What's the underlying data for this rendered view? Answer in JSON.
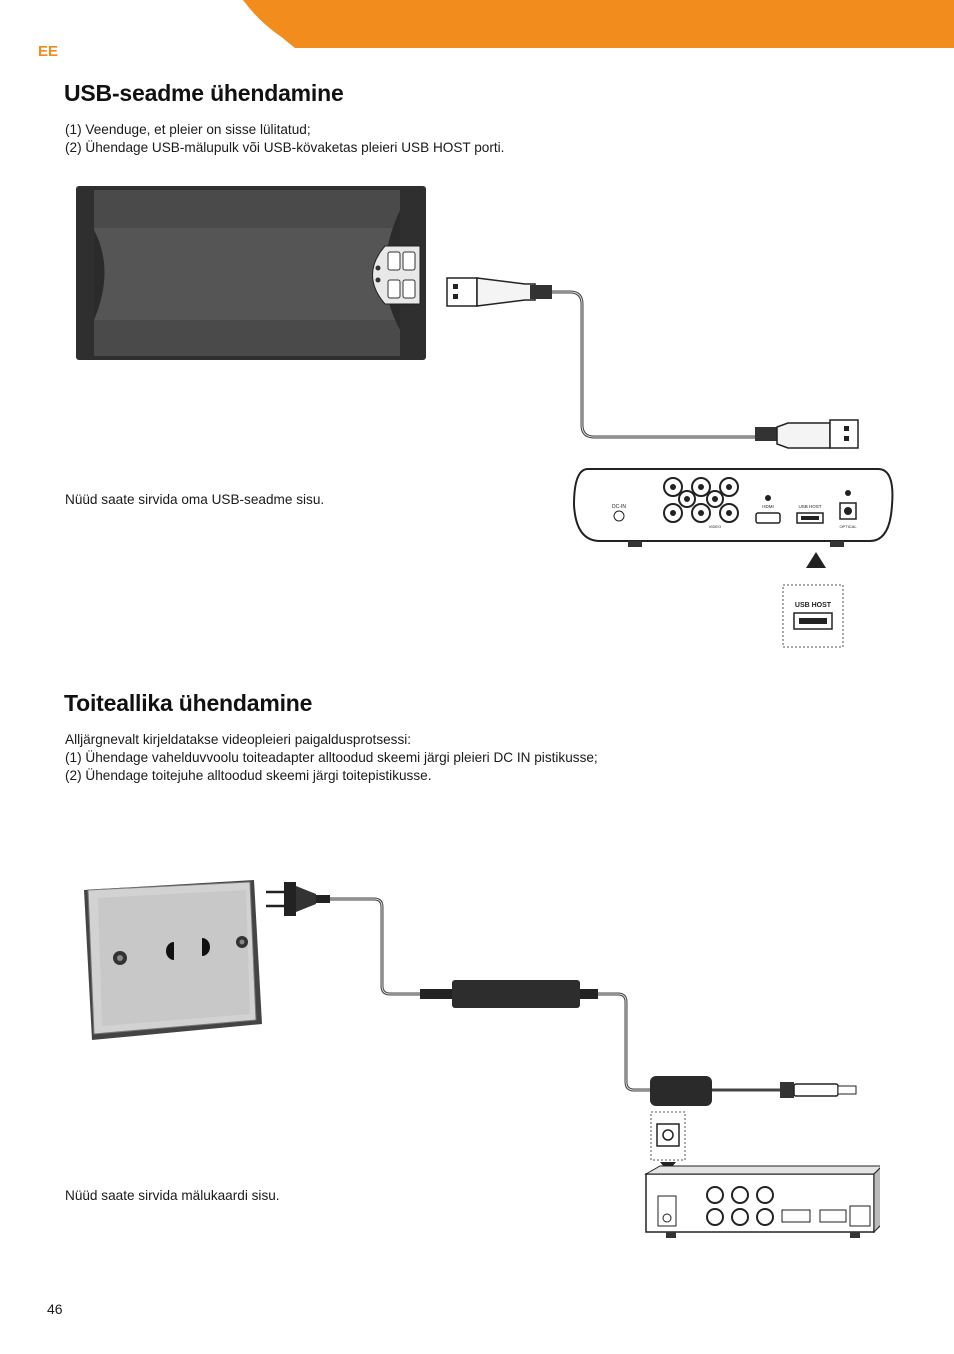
{
  "header": {
    "lang_code": "EE",
    "accent_color": "#f28c1c"
  },
  "usb_section": {
    "title": "USB-seadme ühendamine",
    "steps": [
      "(1) Veenduge, et pleier on sisse lülitatud;",
      "(2) Ühendage USB-mälupulk või USB-kövaketas pleieri USB HOST porti."
    ],
    "result_text": "Nüüd saate sirvida oma USB-seadme sisu.",
    "figure": {
      "device_panel_labels": [
        "DC-IN",
        "HDMI",
        "USB HOST",
        "OPTICAL",
        "VIDEO"
      ],
      "callout_label": "USB HOST"
    }
  },
  "power_section": {
    "title": "Toiteallika ühendamine",
    "intro": "Alljärgnevalt kirjeldatakse videopleieri paigaldusprotsessi:",
    "steps": [
      "(1) Ühendage vahelduvvoolu toiteadapter alltoodud skeemi järgi pleieri DC IN pistikusse;",
      "(2) Ühendage toitejuhe alltoodud skeemi järgi toitepistikusse."
    ],
    "result_text": "Nüüd saate sirvida mälukaardi sisu."
  },
  "footer": {
    "page_number": "46"
  }
}
